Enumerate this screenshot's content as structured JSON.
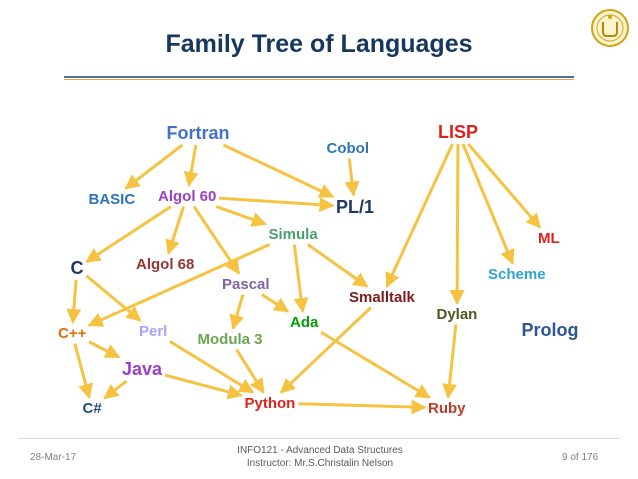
{
  "title": "Family Tree of Languages",
  "colors": {
    "title": "#17375e",
    "arrow": "#f5c242"
  },
  "nodes": {
    "fortran": {
      "label": "Fortran",
      "color": "#4472c4"
    },
    "cobol": {
      "label": "Cobol",
      "color": "#2e75b6"
    },
    "lisp": {
      "label": "LISP",
      "color": "#e0201b"
    },
    "basic": {
      "label": "BASIC",
      "color": "#2e74b5"
    },
    "algol60": {
      "label": "Algol 60",
      "color": "#9b3fc7"
    },
    "pl1": {
      "label": "PL/1",
      "color": "#1f3864"
    },
    "simula": {
      "label": "Simula",
      "color": "#4aa06e"
    },
    "ml": {
      "label": "ML",
      "color": "#e0201b"
    },
    "c": {
      "label": "C",
      "color": "#1f3864"
    },
    "algol68": {
      "label": "Algol 68",
      "color": "#943634"
    },
    "pascal": {
      "label": "Pascal",
      "color": "#8064a2"
    },
    "scheme": {
      "label": "Scheme",
      "color": "#2ea3d6"
    },
    "smalltalk": {
      "label": "Smalltalk",
      "color": "#7f1c1c"
    },
    "dylan": {
      "label": "Dylan",
      "color": "#4a5a1e"
    },
    "cpp": {
      "label": "C++",
      "color": "#e36c09"
    },
    "perl": {
      "label": "Perl",
      "color": "#a5a5ff"
    },
    "modula3": {
      "label": "Modula 3",
      "color": "#6aa84f"
    },
    "ada": {
      "label": "Ada",
      "color": "#00a000"
    },
    "prolog": {
      "label": "Prolog",
      "color": "#2f5597"
    },
    "java": {
      "label": "Java",
      "color": "#9b3fc7"
    },
    "csharp": {
      "label": "C#",
      "color": "#1f4e79"
    },
    "python": {
      "label": "Python",
      "color": "#e0201b"
    },
    "ruby": {
      "label": "Ruby",
      "color": "#c0392b"
    }
  },
  "edges": [
    [
      "fortran",
      "basic"
    ],
    [
      "fortran",
      "algol60"
    ],
    [
      "fortran",
      "pl1"
    ],
    [
      "cobol",
      "pl1"
    ],
    [
      "algol60",
      "pl1"
    ],
    [
      "algol60",
      "simula"
    ],
    [
      "algol60",
      "c"
    ],
    [
      "algol60",
      "algol68"
    ],
    [
      "algol60",
      "pascal"
    ],
    [
      "lisp",
      "smalltalk"
    ],
    [
      "lisp",
      "dylan"
    ],
    [
      "lisp",
      "scheme"
    ],
    [
      "lisp",
      "ml"
    ],
    [
      "simula",
      "smalltalk"
    ],
    [
      "simula",
      "ada"
    ],
    [
      "simula",
      "cpp"
    ],
    [
      "pascal",
      "ada"
    ],
    [
      "pascal",
      "modula3"
    ],
    [
      "c",
      "cpp"
    ],
    [
      "c",
      "perl"
    ],
    [
      "cpp",
      "java"
    ],
    [
      "cpp",
      "csharp"
    ],
    [
      "java",
      "csharp"
    ],
    [
      "java",
      "python"
    ],
    [
      "perl",
      "python"
    ],
    [
      "modula3",
      "python"
    ],
    [
      "smalltalk",
      "python"
    ],
    [
      "ada",
      "ruby"
    ],
    [
      "dylan",
      "ruby"
    ],
    [
      "python",
      "ruby"
    ]
  ],
  "footer": {
    "date": "28-Mar-17",
    "course": "INFO121 - Advanced Data Structures",
    "instructor": "Instructor: Mr.S.Christalin Nelson",
    "page": "9 of 176"
  }
}
